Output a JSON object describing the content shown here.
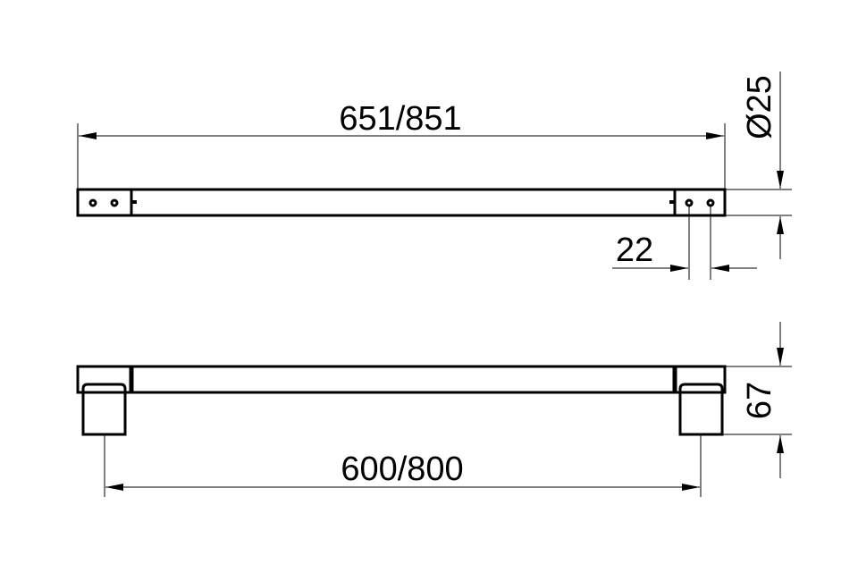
{
  "dimensions": {
    "overall_length": "651/851",
    "diameter": "Ø25",
    "hole_spacing": "22",
    "height": "67",
    "center_distance": "600/800"
  }
}
